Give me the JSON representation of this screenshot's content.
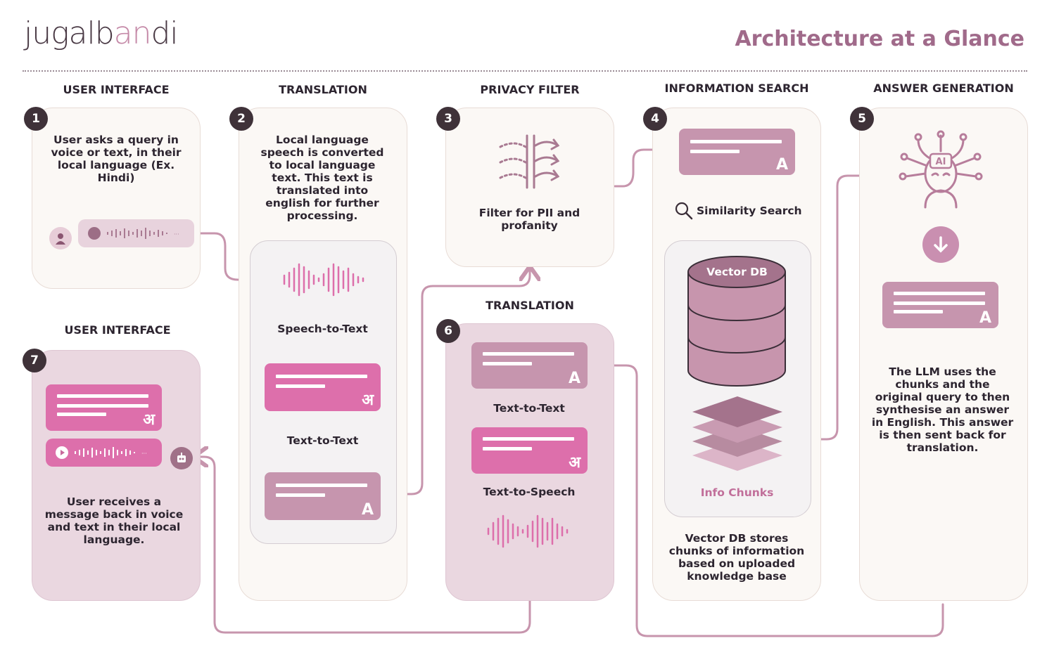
{
  "header": {
    "logo_part1": "jugalb",
    "logo_part2": "an",
    "logo_part3": "di",
    "title": "Architecture at a Glance"
  },
  "columns": [
    {
      "heading": "USER INTERFACE"
    },
    {
      "heading": "TRANSLATION"
    },
    {
      "heading": "PRIVACY FILTER"
    },
    {
      "heading": "INFORMATION SEARCH"
    },
    {
      "heading": "ANSWER GENERATION"
    }
  ],
  "extra_headings": {
    "translation_2": "TRANSLATION",
    "user_interface_2": "USER INTERFACE"
  },
  "steps": {
    "s1": {
      "number": "1",
      "text": "User asks a query in voice or text, in their local language (Ex. Hindi)"
    },
    "s2": {
      "number": "2",
      "text": "Local language speech is converted to local language text. This text is translated into english for further processing.",
      "label_a": "Speech-to-Text",
      "label_b": "Text-to-Text",
      "hindi_glyph": "अ",
      "english_glyph": "A"
    },
    "s3": {
      "number": "3",
      "text": "Filter for PII and profanity"
    },
    "s4": {
      "number": "4",
      "search_label": "Similarity Search",
      "db_label": "Vector DB",
      "chunks_label": "Info Chunks",
      "text": "Vector DB stores chunks of information based on uploaded knowledge base",
      "english_glyph": "A"
    },
    "s5": {
      "number": "5",
      "ai_label": "AI",
      "text": "The LLM uses the chunks and the original query to then synthesise an answer in English. This answer is then sent back for translation.",
      "english_glyph": "A"
    },
    "s6": {
      "number": "6",
      "label_a": "Text-to-Text",
      "label_b": "Text-to-Speech",
      "english_glyph": "A",
      "hindi_glyph": "अ"
    },
    "s7": {
      "number": "7",
      "text": "User receives a message back in voice and text in their local language.",
      "hindi_glyph": "अ"
    }
  },
  "icons": [
    "user-avatar-icon",
    "play-icon",
    "waveform-icon",
    "filter-icon",
    "search-icon",
    "database-icon",
    "layers-icon",
    "ai-head-icon",
    "arrow-down-icon",
    "robot-icon"
  ],
  "colors": {
    "accent": "#dd6fab",
    "muted": "#c695ae",
    "dark": "#3f3239",
    "line": "#c795ad",
    "title": "#a06a8a"
  }
}
